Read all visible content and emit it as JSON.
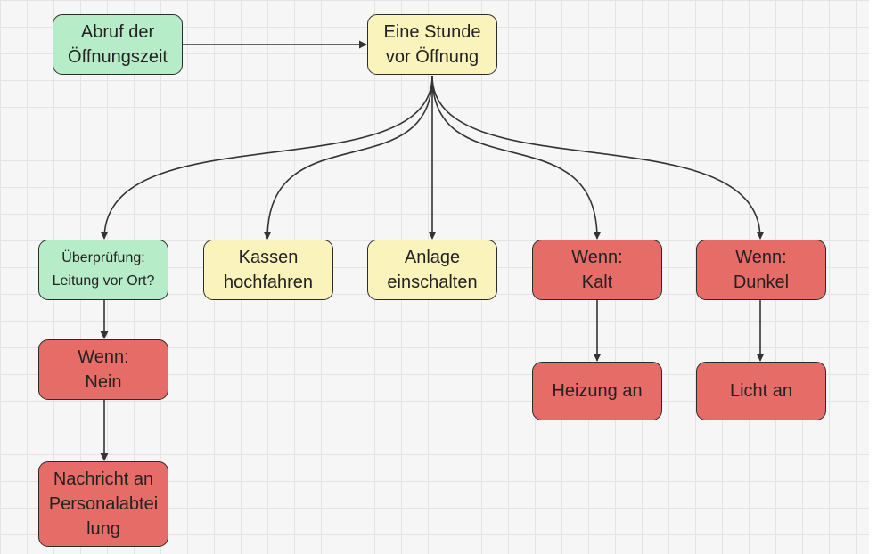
{
  "diagram": {
    "colors": {
      "start": "#b7ecc8",
      "action": "#fbf3bc",
      "condition": "#e66c68",
      "edge": "#333333"
    },
    "nodes": {
      "abruf": "Abruf der\nÖffnungszeit",
      "stunde": "Eine Stunde\nvor Öffnung",
      "pruefung": "Überprüfung:\nLeitung vor Ort?",
      "kassen": "Kassen\nhochfahren",
      "anlage": "Anlage\neinschalten",
      "kalt": "Wenn:\nKalt",
      "dunkel": "Wenn:\nDunkel",
      "nein": "Wenn:\nNein",
      "heizung": "Heizung an",
      "licht": "Licht an",
      "nachricht": "Nachricht an\nPersonalabtei\nlung"
    },
    "edges": [
      [
        "abruf",
        "stunde"
      ],
      [
        "stunde",
        "pruefung"
      ],
      [
        "stunde",
        "kassen"
      ],
      [
        "stunde",
        "anlage"
      ],
      [
        "stunde",
        "kalt"
      ],
      [
        "stunde",
        "dunkel"
      ],
      [
        "pruefung",
        "nein"
      ],
      [
        "nein",
        "nachricht"
      ],
      [
        "kalt",
        "heizung"
      ],
      [
        "dunkel",
        "licht"
      ]
    ]
  }
}
